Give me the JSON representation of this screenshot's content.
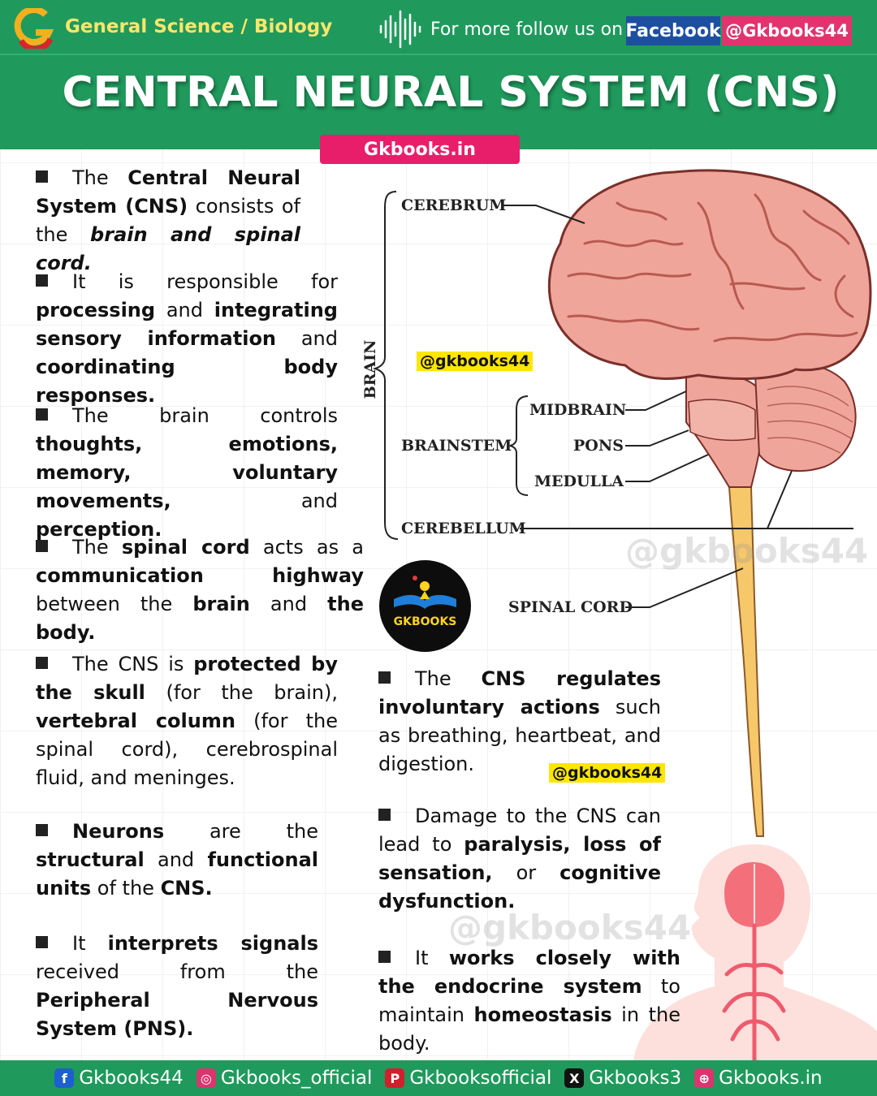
{
  "header": {
    "section_tag": "General Science / Biology",
    "follow_text": "For more follow us on",
    "facebook_label": "Facebook",
    "handle_label": "@Gkbooks44",
    "title": "CENTRAL NEURAL SYSTEM (CNS)",
    "site_badge": "Gkbooks.in"
  },
  "points": [
    {
      "parts": [
        [
          "The ",
          0
        ],
        [
          "Central Neural System (CNS)",
          1
        ],
        [
          " consists of the ",
          0
        ],
        [
          "brain and spinal cord.",
          2
        ]
      ]
    },
    {
      "parts": [
        [
          "It is responsible for ",
          0
        ],
        [
          "processing",
          1
        ],
        [
          " and ",
          0
        ],
        [
          "integrating sensory information",
          1
        ],
        [
          " and ",
          0
        ],
        [
          "coordinating body responses.",
          1
        ]
      ]
    },
    {
      "parts": [
        [
          "The brain controls ",
          0
        ],
        [
          "thoughts, emotions, memory, voluntary movements,",
          1
        ],
        [
          " and ",
          0
        ],
        [
          "perception.",
          1
        ]
      ]
    },
    {
      "parts": [
        [
          "The ",
          0
        ],
        [
          "spinal cord",
          1
        ],
        [
          " acts as a ",
          0
        ],
        [
          "communication highway",
          1
        ],
        [
          " between the ",
          0
        ],
        [
          "brain",
          1
        ],
        [
          " and ",
          0
        ],
        [
          "the body.",
          1
        ]
      ]
    },
    {
      "parts": [
        [
          "The CNS is ",
          0
        ],
        [
          "protected by the skull",
          1
        ],
        [
          " (for the brain), ",
          0
        ],
        [
          "vertebral column",
          1
        ],
        [
          " (for the spinal cord), cerebrospinal fluid, and meninges.",
          0
        ]
      ]
    },
    {
      "parts": [
        [
          "Neurons",
          1
        ],
        [
          " are the ",
          0
        ],
        [
          "structural",
          1
        ],
        [
          " and ",
          0
        ],
        [
          "functional units",
          1
        ],
        [
          " of the ",
          0
        ],
        [
          "CNS.",
          1
        ]
      ]
    },
    {
      "parts": [
        [
          "It ",
          0
        ],
        [
          "interprets signals",
          1
        ],
        [
          " received from the ",
          0
        ],
        [
          "Peripheral Nervous System (PNS).",
          1
        ]
      ]
    },
    {
      "parts": [
        [
          "The ",
          0
        ],
        [
          "CNS regulates involuntary actions",
          1
        ],
        [
          " such as breathing, heartbeat, and digestion.",
          0
        ]
      ]
    },
    {
      "parts": [
        [
          "Damage to the CNS can lead to ",
          0
        ],
        [
          "paralysis, loss of sensation,",
          1
        ],
        [
          " or ",
          0
        ],
        [
          "cognitive dysfunction.",
          1
        ]
      ]
    },
    {
      "parts": [
        [
          "It ",
          0
        ],
        [
          "works closely with the endocrine system",
          1
        ],
        [
          " to maintain ",
          0
        ],
        [
          "homeostasis",
          1
        ],
        [
          " in the body.",
          0
        ]
      ]
    }
  ],
  "tags": {
    "tag1": "@gkbooks44",
    "tag2": "@gkbooks44"
  },
  "watermarks": {
    "wm1": "@gkbooks44",
    "wm2": "@gkbooks44"
  },
  "diagram": {
    "cerebrum": "CEREBRUM",
    "brain": "BRAIN",
    "brainstem": "BRAINSTEM",
    "midbrain": "MIDBRAIN",
    "pons": "PONS",
    "medulla": "MEDULLA",
    "cerebellum": "CEREBELLUM",
    "spinal_cord": "SPINAL CORD",
    "logo_text": "GKBOOKS"
  },
  "colors": {
    "header_green": "#1f9a5c",
    "brain_pink": "#f0a59a",
    "spinal_yellow": "#f7c86a",
    "silhouette": "#fde0dc"
  },
  "footer": [
    {
      "icon": "facebook-icon",
      "label": "Gkbooks44",
      "color": "#1d5fd0",
      "glyph": "f"
    },
    {
      "icon": "instagram-icon",
      "label": "Gkbooks_official",
      "color": "#d9356f",
      "glyph": "◎"
    },
    {
      "icon": "pinterest-icon",
      "label": "Gkbooksofficial",
      "color": "#d0202c",
      "glyph": "P"
    },
    {
      "icon": "x-icon",
      "label": "Gkbooks3",
      "color": "#111111",
      "glyph": "X"
    },
    {
      "icon": "globe-icon",
      "label": "Gkbooks.in",
      "color": "#d9356f",
      "glyph": "⊕"
    }
  ]
}
